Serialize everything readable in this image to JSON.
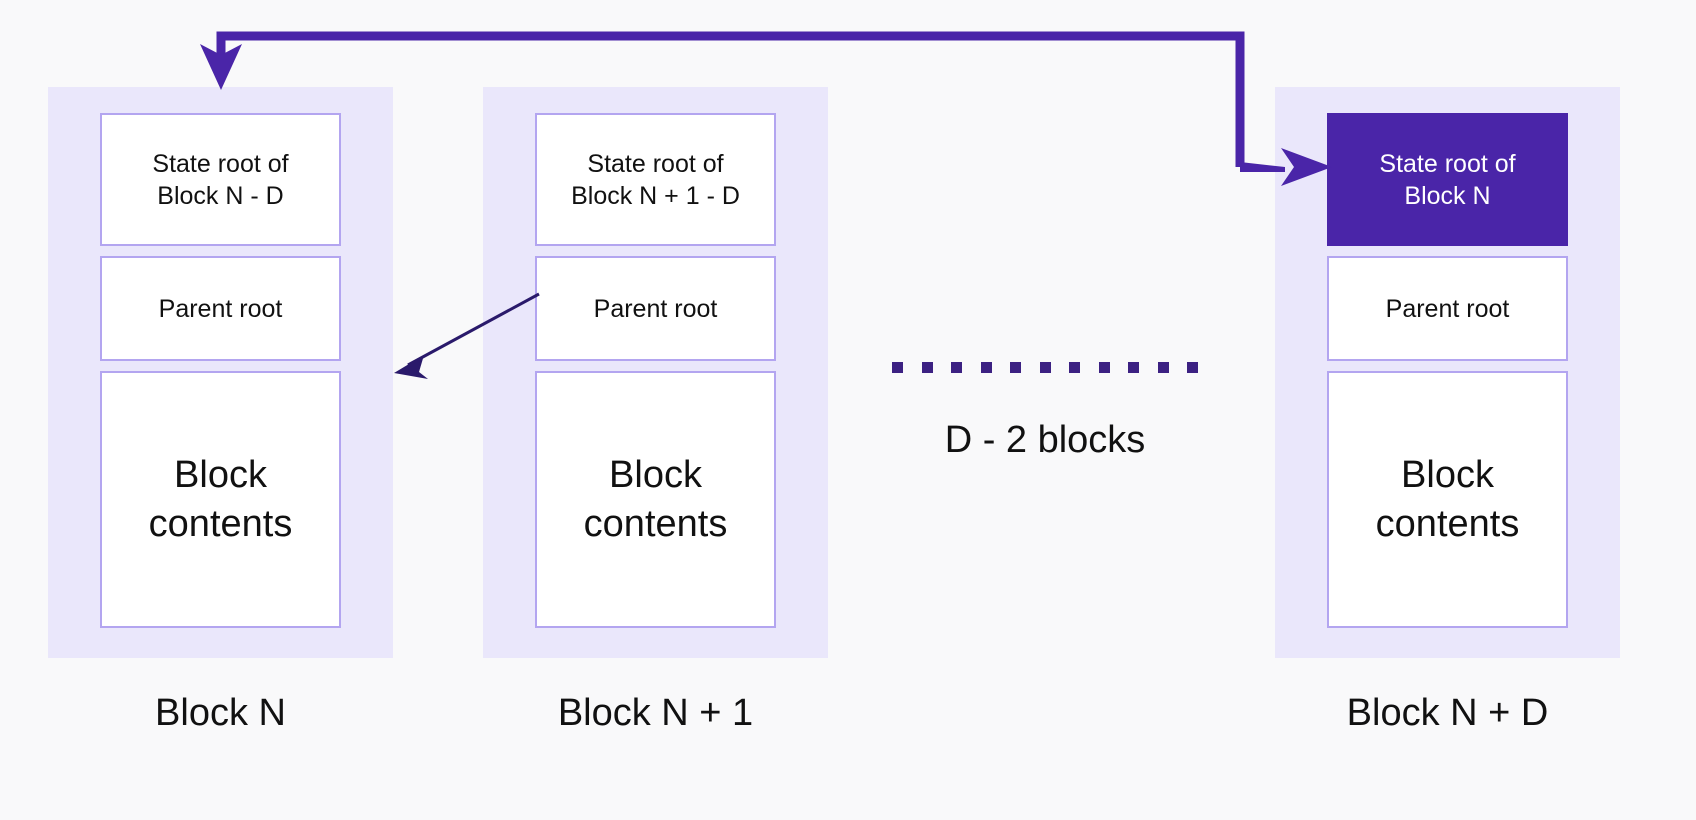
{
  "diagram": {
    "title": "Block state root pipelining diagram",
    "background_color": "#f9f9fa",
    "panel_color": "#eae7fb",
    "box_border_color": "#b3a5f0",
    "highlight_color": "#4a25a8",
    "arrow_color": "#4a25a8",
    "thin_arrow_color": "#2a1a6b"
  },
  "columns": [
    {
      "id": "block-n",
      "caption": "Block N",
      "state_root": "State root of\nBlock N - D",
      "parent_root": "Parent root",
      "contents": "Block\ncontents",
      "state_root_highlighted": false
    },
    {
      "id": "block-n-plus-1",
      "caption": "Block N + 1",
      "state_root": "State root of\nBlock N + 1 - D",
      "parent_root": "Parent root",
      "contents": "Block\ncontents",
      "state_root_highlighted": false
    },
    {
      "id": "block-n-plus-d",
      "caption": "Block N + D",
      "state_root": "State root of\nBlock N",
      "parent_root": "Parent root",
      "contents": "Block\ncontents",
      "state_root_highlighted": true
    }
  ],
  "gap": {
    "caption": "D - 2 blocks",
    "dot_count": 11,
    "dot_color": "#3c2182"
  },
  "arrows": [
    {
      "id": "state-root-feedback-arrow",
      "from": "State root of Block N",
      "to": "State root of Block N - D",
      "style": "thick-elbow",
      "color": "#4a25a8"
    },
    {
      "id": "parent-root-link-arrow",
      "from": "Parent root of Block N + 1",
      "to": "Block N",
      "style": "thin-straight",
      "color": "#2a1a6b"
    }
  ]
}
